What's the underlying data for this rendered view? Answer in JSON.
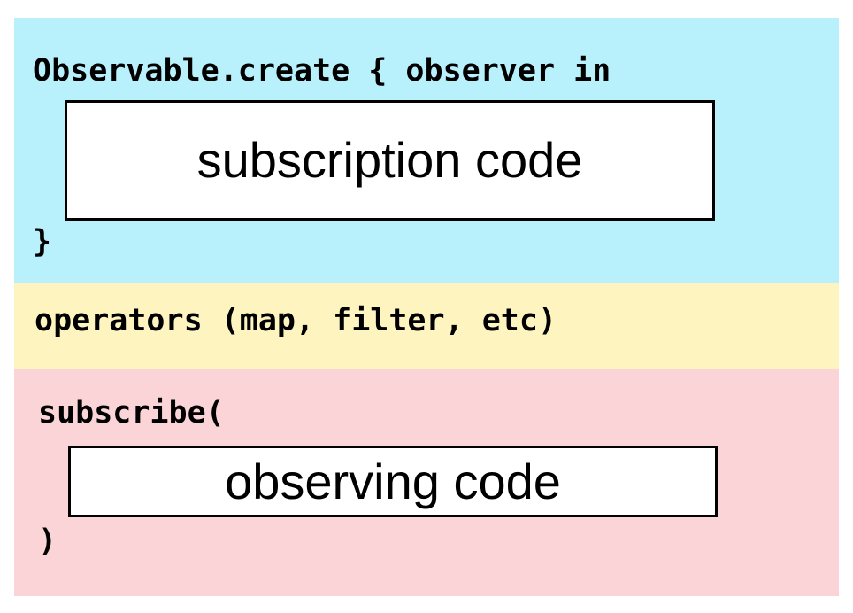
{
  "colors": {
    "create_section": "#b8f0fb",
    "operators_section": "#fdf4c0",
    "subscribe_section": "#fad4d6"
  },
  "create_section": {
    "open_line": "Observable.create { observer in",
    "inner_box_label": "subscription code",
    "close_line": "}"
  },
  "operators_section": {
    "line": "operators (map, filter, etc)"
  },
  "subscribe_section": {
    "open_line": "subscribe(",
    "inner_box_label": "observing code",
    "close_line": ")"
  }
}
